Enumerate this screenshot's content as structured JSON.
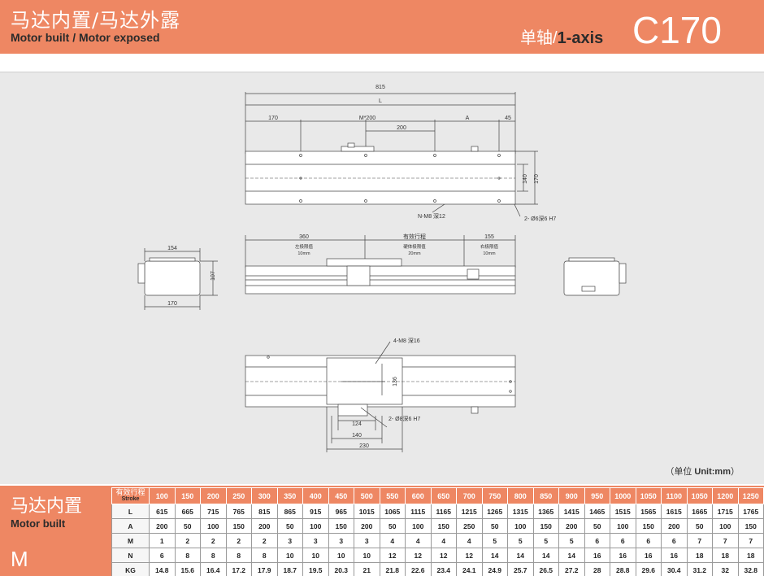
{
  "header": {
    "title_cn": "马达内置/马达外露",
    "title_en": "Motor built / Motor exposed",
    "axis_cn": "单轴/",
    "axis_en": "1-axis",
    "model": "C170"
  },
  "drawing": {
    "dims": {
      "d815": "815",
      "dL": "L",
      "d170": "170",
      "dM200": "M*200",
      "d200": "200",
      "dA": "A",
      "d45": "45",
      "d140": "140",
      "d170v": "170",
      "nm8": "N-M8 深12",
      "hole6": "2- Ø6深6 H7",
      "d154": "154",
      "d107": "107",
      "d170b": "170",
      "d360": "360",
      "eff": "有效行程",
      "d155": "155",
      "lim_left": "左极限值",
      "lim_left_v": "10mm",
      "lim_hard": "硬体极限值",
      "lim_hard_v": "20mm",
      "lim_right": "右极限值",
      "lim_right_v": "10mm",
      "m8_16": "4-M8 深16",
      "d136": "136",
      "hole8": "2- Ø8深6 H7",
      "d124": "124",
      "d140b": "140",
      "d230": "230"
    },
    "unit_cn": "（单位 ",
    "unit_en": "Unit:mm",
    "unit_end": "）"
  },
  "bottom": {
    "title_cn": "马达内置",
    "title_en": "Motor built",
    "code": "M"
  },
  "table": {
    "stroke_cn": "有效行程",
    "stroke_en": "Stroke",
    "strokes": [
      "100",
      "150",
      "200",
      "250",
      "300",
      "350",
      "400",
      "450",
      "500",
      "550",
      "600",
      "650",
      "700",
      "750",
      "800",
      "850",
      "900",
      "950",
      "1000",
      "1050",
      "1100",
      "1050",
      "1200",
      "1250"
    ],
    "rows": [
      {
        "label": "L",
        "values": [
          "615",
          "665",
          "715",
          "765",
          "815",
          "865",
          "915",
          "965",
          "1015",
          "1065",
          "1115",
          "1165",
          "1215",
          "1265",
          "1315",
          "1365",
          "1415",
          "1465",
          "1515",
          "1565",
          "1615",
          "1665",
          "1715",
          "1765"
        ]
      },
      {
        "label": "A",
        "values": [
          "200",
          "50",
          "100",
          "150",
          "200",
          "50",
          "100",
          "150",
          "200",
          "50",
          "100",
          "150",
          "250",
          "50",
          "100",
          "150",
          "200",
          "50",
          "100",
          "150",
          "200",
          "50",
          "100",
          "150"
        ]
      },
      {
        "label": "M",
        "values": [
          "1",
          "2",
          "2",
          "2",
          "2",
          "3",
          "3",
          "3",
          "3",
          "4",
          "4",
          "4",
          "4",
          "5",
          "5",
          "5",
          "5",
          "6",
          "6",
          "6",
          "6",
          "7",
          "7",
          "7"
        ]
      },
      {
        "label": "N",
        "values": [
          "6",
          "8",
          "8",
          "8",
          "8",
          "10",
          "10",
          "10",
          "10",
          "12",
          "12",
          "12",
          "12",
          "14",
          "14",
          "14",
          "14",
          "16",
          "16",
          "16",
          "16",
          "18",
          "18",
          "18"
        ]
      },
      {
        "label": "KG",
        "values": [
          "14.8",
          "15.6",
          "16.4",
          "17.2",
          "17.9",
          "18.7",
          "19.5",
          "20.3",
          "21",
          "21.8",
          "22.6",
          "23.4",
          "24.1",
          "24.9",
          "25.7",
          "26.5",
          "27.2",
          "28",
          "28.8",
          "29.6",
          "30.4",
          "31.2",
          "32",
          "32.8"
        ]
      }
    ]
  }
}
